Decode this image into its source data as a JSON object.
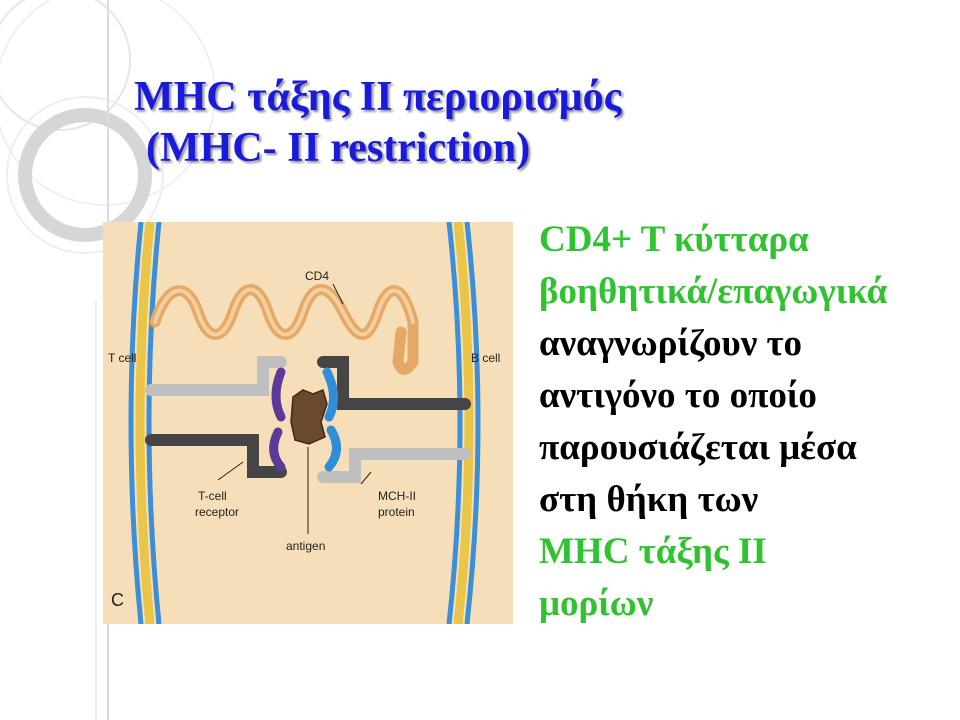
{
  "colors": {
    "title": "#1a1adb",
    "green_text": "#2fc42f",
    "body_text": "#000000",
    "figure_bg": "#f6dfb8",
    "membrane_blue": "#3a8fd6",
    "membrane_yellow": "#e9c64a",
    "cd4_orange": "#e5a867",
    "antigen_brown": "#6a4a2e",
    "domain_purple": "#5a3a9a",
    "domain_blue": "#2f8ed8"
  },
  "title": {
    "line1": "MHC τάξης II περιορισμός",
    "line2": "(MHC- II restriction)"
  },
  "figure": {
    "label_cd4": "CD4",
    "label_t_cell": "T cell",
    "label_b_cell": "B cell",
    "label_tcr_1": "T-cell",
    "label_tcr_2": "receptor",
    "label_mhc_1": "MCH-II",
    "label_mhc_2": "protein",
    "label_antigen": "antigen",
    "label_panel": "C"
  },
  "body": {
    "lines": [
      "CD4+ T  κύτταρα",
      "βοηθητικά/επαγωγικά",
      "αναγνωρίζουν το",
      "αντιγόνο το οποίο",
      "παρουσιάζεται μέσα",
      "στη θήκη των",
      "MHC τάξης II",
      "μορίων"
    ]
  }
}
